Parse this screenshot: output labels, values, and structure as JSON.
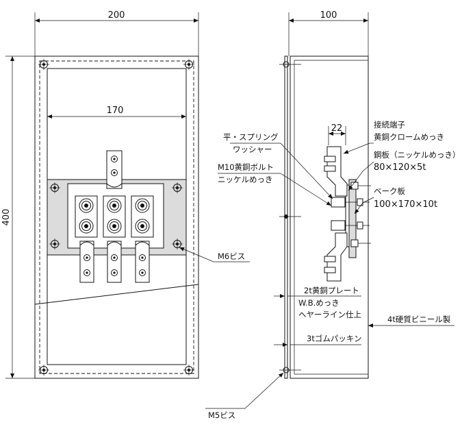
{
  "front_view": {
    "dim_width": "200",
    "dim_height": "400",
    "dim_inner_width": "170",
    "label_m6": "M6ビス",
    "label_m5": "M5ビス"
  },
  "side_view": {
    "dim_depth": "100",
    "dim_terminal": "22",
    "labels": {
      "terminal_1": "接続端子",
      "terminal_2": "黄銅クロームめっき",
      "washer_1": "平・スプリング",
      "washer_2": "ワッシャー",
      "steel_1": "鋼板（ニッケルめっき）",
      "steel_2": "80×120×5t",
      "bolt_1": "M10黄銅ボルト",
      "bolt_2": "ニッケルめっき",
      "bake_1": "ベーク板",
      "bake_2": "100×170×10t",
      "plate_1": "2t黄銅プレート",
      "plate_2": "W.B.めっき",
      "plate_3": "ヘヤーライン仕上",
      "vinyl": "4t硬質ビニール製",
      "gasket": "3tゴムパッキン"
    }
  }
}
